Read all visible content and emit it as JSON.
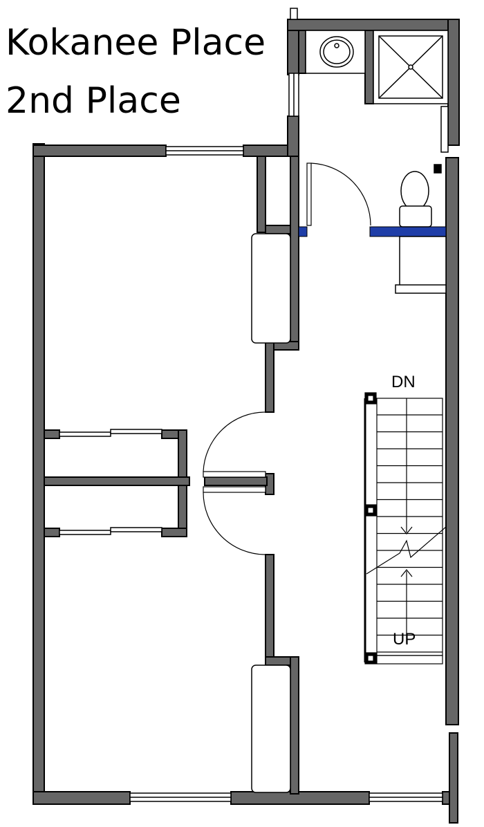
{
  "title": {
    "line1": "Kokanee Place",
    "line2": "2nd Place"
  },
  "stairs": {
    "down_label": "DN",
    "up_label": "UP"
  },
  "colors": {
    "wall_fill": "#666666",
    "wall_outline": "#000000",
    "accent_blue": "#1f3ea8",
    "background": "#ffffff"
  }
}
